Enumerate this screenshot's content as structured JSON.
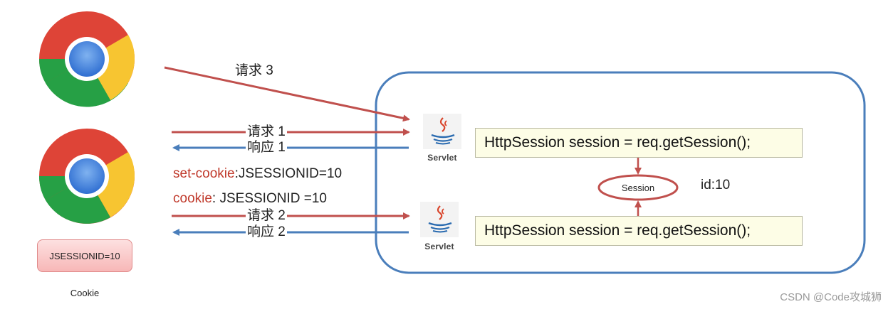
{
  "requests": {
    "request_3": "请求 3",
    "request_1": "请求 1",
    "response_1": "响应 1",
    "request_2": "请求 2",
    "response_2": "响应 2"
  },
  "headers": {
    "set_cookie_key": "set-cookie",
    "set_cookie_value": ":JSESSIONID=10",
    "cookie_key": "cookie",
    "cookie_value": ": JSESSIONID =10"
  },
  "browser_cookie": {
    "badge": "JSESSIONID=10",
    "caption": "Cookie"
  },
  "server": {
    "servlet_label_top": "Servlet",
    "servlet_label_bottom": "Servlet",
    "code_top": "HttpSession session = req.getSession();",
    "code_bottom": "HttpSession session = req.getSession();",
    "session_label": "Session",
    "session_id": "id:10"
  },
  "watermark": "CSDN @Code攻城狮",
  "colors": {
    "request_arrow": "#c0504d",
    "response_arrow": "#4a7ebb",
    "server_border": "#4a7ebb",
    "header_key": "#c0392b",
    "session_ellipse": "#c0504d"
  }
}
